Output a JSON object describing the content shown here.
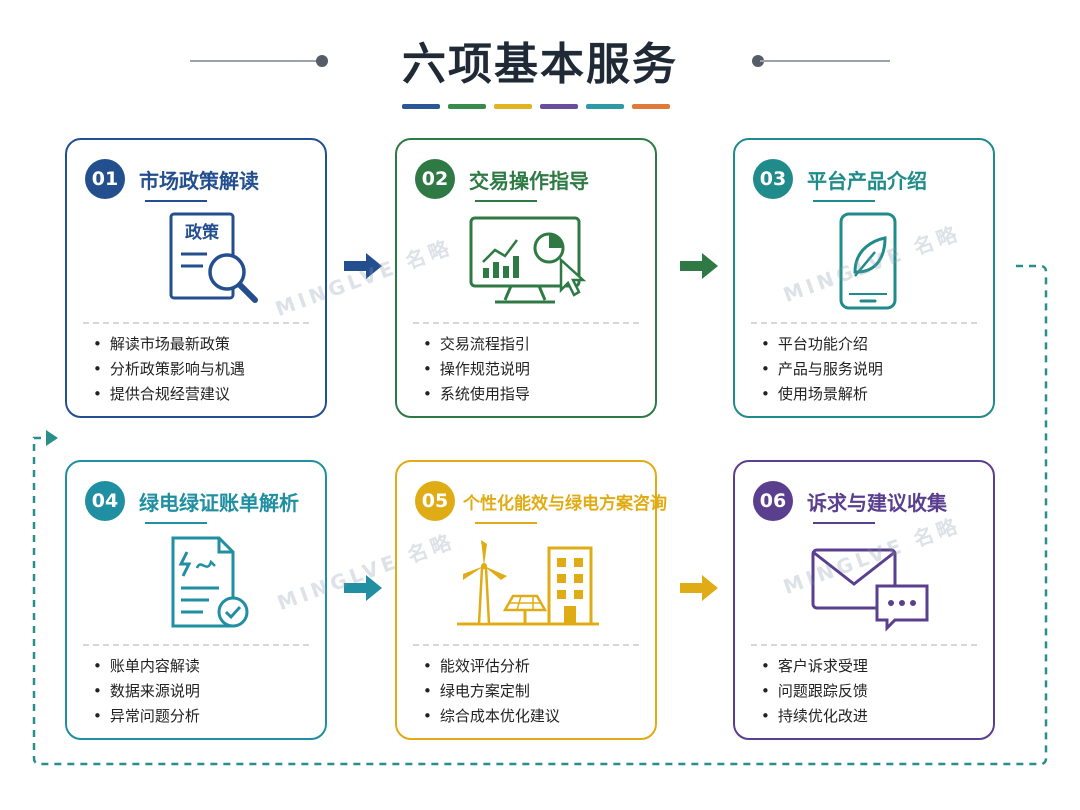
{
  "title": "六项基本服务",
  "title_bar_colors": [
    "#2b5797",
    "#3a8a4c",
    "#e0b422",
    "#6b4e9b",
    "#2f9aa3",
    "#e07a3a"
  ],
  "watermark": {
    "en": "MINGLVE",
    "cn": "名略"
  },
  "cards": [
    {
      "num": "01",
      "title": "市场政策解读",
      "color": "#244f8f",
      "illus_label": "政策",
      "icon": "policy-document-magnifier-icon",
      "items": [
        "解读市场最新政策",
        "分析政策影响与机遇",
        "提供合规经营建议"
      ]
    },
    {
      "num": "02",
      "title": "交易操作指导",
      "color": "#2f7a44",
      "icon": "monitor-chart-cursor-icon",
      "items": [
        "交易流程指引",
        "操作规范说明",
        "系统使用指导"
      ]
    },
    {
      "num": "03",
      "title": "平台产品介绍",
      "color": "#1f8b8a",
      "icon": "phone-leaf-icon",
      "items": [
        "平台功能介绍",
        "产品与服务说明",
        "使用场景解析"
      ]
    },
    {
      "num": "04",
      "title": "绿电绿证账单解析",
      "color": "#1f8fa1",
      "icon": "bill-document-check-icon",
      "items": [
        "账单内容解读",
        "数据来源说明",
        "异常问题分析"
      ]
    },
    {
      "num": "05",
      "title": "个性化能效与绿电方案咨询",
      "color": "#e0ac16",
      "icon": "wind-solar-building-icon",
      "items": [
        "能效评估分析",
        "绿电方案定制",
        "综合成本优化建议"
      ]
    },
    {
      "num": "06",
      "title": "诉求与建议收集",
      "color": "#5b3f8f",
      "icon": "envelope-chat-icon",
      "items": [
        "客户诉求受理",
        "问题跟踪反馈",
        "持续优化改进"
      ]
    }
  ],
  "arrow_colors": [
    "#244f8f",
    "#2f7a44",
    "#1f8fa1",
    "#e0ac16"
  ],
  "flow_line_color": "#2a8f8a"
}
